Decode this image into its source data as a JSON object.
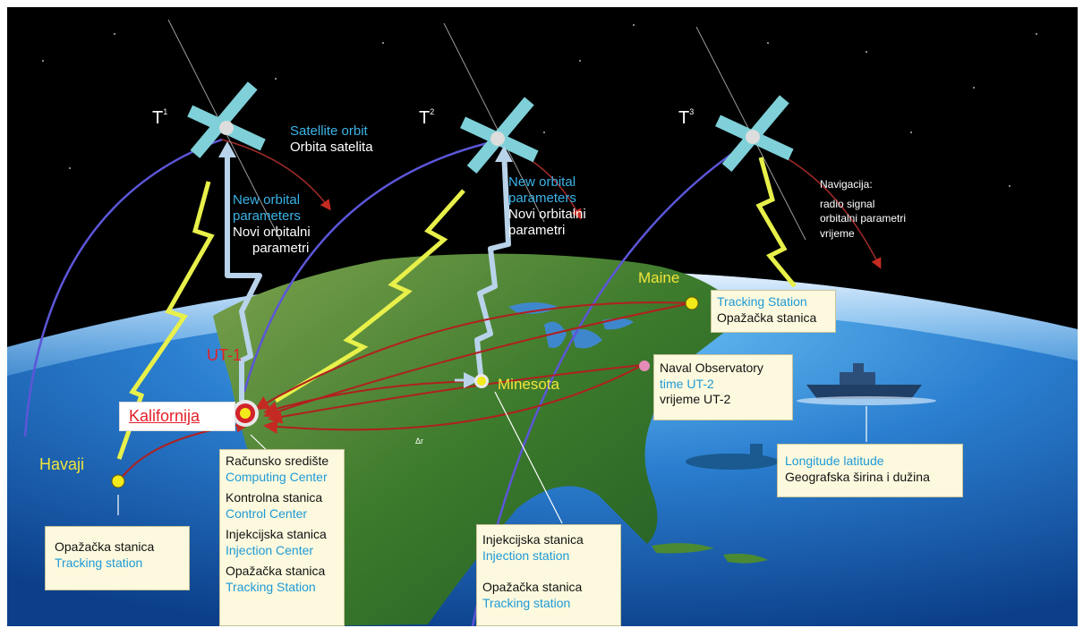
{
  "satellites": [
    {
      "label": "T",
      "sup": "1"
    },
    {
      "label": "T",
      "sup": "2"
    },
    {
      "label": "T",
      "sup": "3"
    }
  ],
  "labels": {
    "satellite_orbit_en": "Satellite orbit",
    "satellite_orbit_hr": "Orbita satelita",
    "new_params_1_en_a": "New orbital",
    "new_params_1_en_b": "parameters",
    "new_params_1_hr_a": "Novi orbitalni",
    "new_params_1_hr_b": "parametri",
    "new_params_2_en_a": "New orbital",
    "new_params_2_en_b": "parameters",
    "new_params_2_hr_a": "Novi orbitalni",
    "new_params_2_hr_b": "parametri",
    "navigation_title": "Navigacija:",
    "navigation_1": "radio signal",
    "navigation_2": "orbitalni parametri",
    "navigation_3": "vrijeme",
    "maine": "Maine",
    "maine_en": "Tracking Station",
    "maine_hr": "Opažačka stanica",
    "ut1": "UT-1",
    "kalifornija": "Kalifornija",
    "havaji": "Havaji",
    "minesota": "Minesota",
    "naval_1": "Naval Observatory",
    "naval_2": "time UT-2",
    "naval_3": "vrijeme UT-2",
    "ar": "Δr"
  },
  "boxes": {
    "havaji": {
      "hr": "Opažačka stanica",
      "en": "Tracking station"
    },
    "kalifornija": {
      "l1_hr": "Računsko središte",
      "l1_en": "Computing Center",
      "l2_hr": "Kontrolna stanica",
      "l2_en": "Control Center",
      "l3_hr": "Injekcijska stanica",
      "l3_en": "Injection Center",
      "l4_hr": "Opažačka stanica",
      "l4_en": "Tracking Station"
    },
    "minesota": {
      "l1_hr": "Injekcijska stanica",
      "l1_en": "Injection station",
      "l2_hr": "Opažačka stanica",
      "l2_en": "Tracking station"
    },
    "ship": {
      "en": "Longitude latitude",
      "hr": "Geografska širina i dužina"
    }
  },
  "colors": {
    "space": "#000000",
    "ocean": "#2a74c6",
    "atmosphere": "#bfe3ff",
    "land": "#3f7a2a",
    "station": "#f3ea1c",
    "link": "#b0201e",
    "orbit": "#5a55d6",
    "beam": "#e8f04a",
    "uplink": "#b9d3ea"
  }
}
